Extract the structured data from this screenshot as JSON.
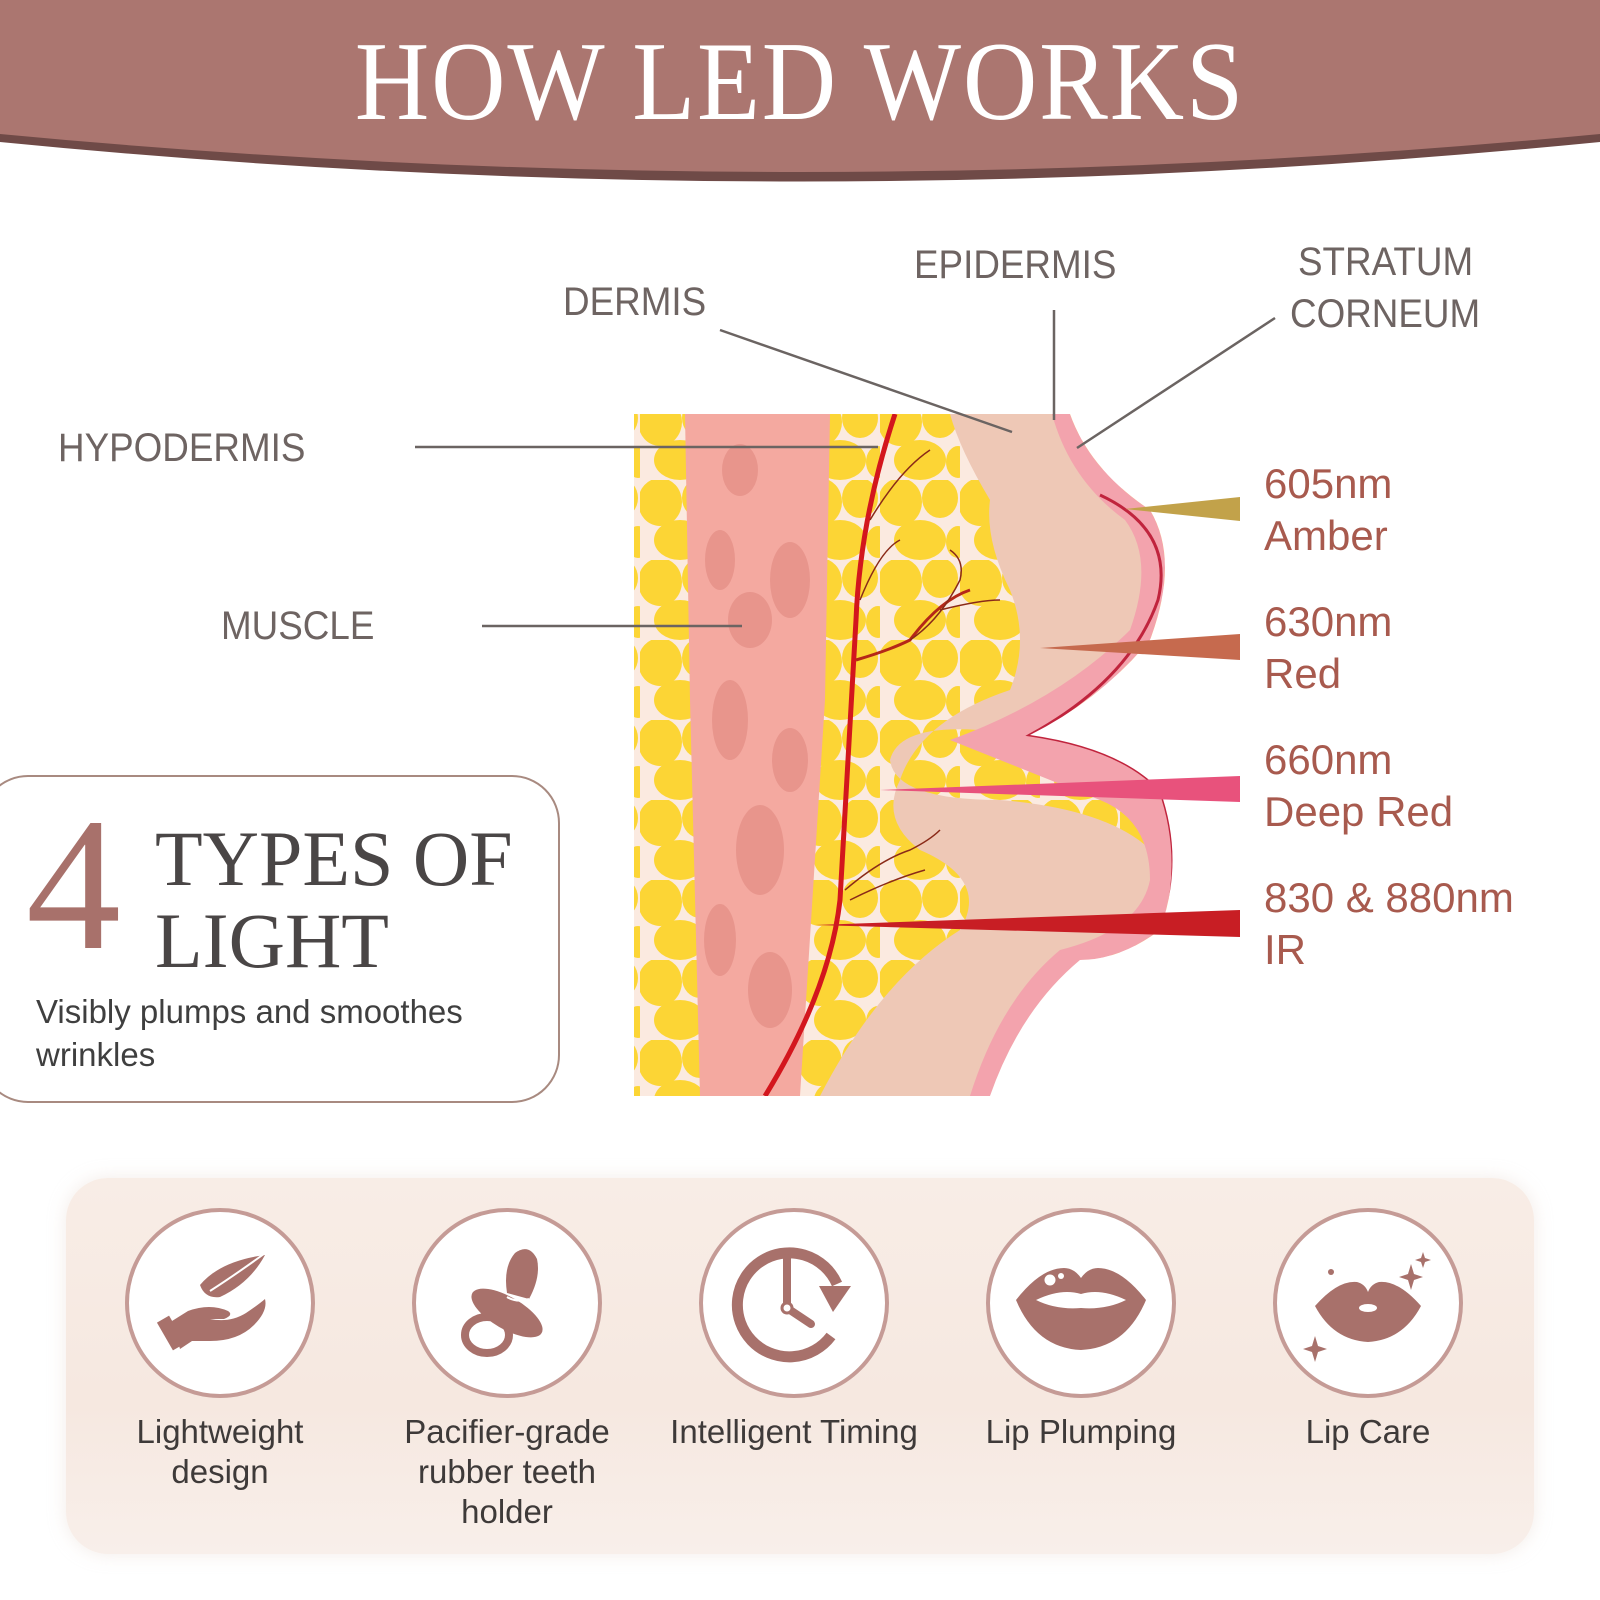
{
  "header": {
    "title": "HOW LED WORKS",
    "banner_color": "#ab7670"
  },
  "layers": {
    "dermis": "DERMIS",
    "epidermis": "EPIDERMIS",
    "stratum_line1": "STRATUM",
    "stratum_line2": "CORNEUM",
    "hypodermis": "HYPODERMIS",
    "muscle": "MUSCLE"
  },
  "wavelengths": [
    {
      "nm": "605nm",
      "name": "Amber",
      "color": "#c2a24a"
    },
    {
      "nm": "630nm",
      "name": "Red",
      "color": "#c66a4e"
    },
    {
      "nm": "660nm",
      "name": "Deep Red",
      "color": "#e8527c"
    },
    {
      "nm": "830 & 880nm",
      "name": "IR",
      "color": "#c81e24"
    }
  ],
  "types_box": {
    "number": "4",
    "title_line1": "TYPES OF",
    "title_line2": "LIGHT",
    "subtitle": "Visibly plumps and smoothes wrinkles"
  },
  "features": [
    {
      "icon": "feather-hand-icon",
      "label": "Lightweight design"
    },
    {
      "icon": "pacifier-icon",
      "label": "Pacifier-grade rubber teeth holder"
    },
    {
      "icon": "clock-timer-icon",
      "label": "Intelligent Timing"
    },
    {
      "icon": "lips-icon",
      "label": "Lip Plumping"
    },
    {
      "icon": "lips-sparkle-icon",
      "label": "Lip Care"
    }
  ],
  "colors": {
    "accent": "#ab7670",
    "icon": "#a8716b",
    "text_dark": "#3e3a39",
    "wavelength_text": "#a85a4e"
  }
}
